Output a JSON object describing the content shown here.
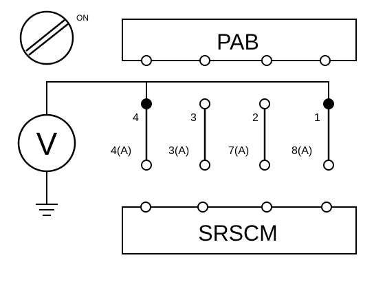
{
  "ignition": {
    "state_label": "ON"
  },
  "meter": {
    "symbol": "V"
  },
  "pab": {
    "label": "PAB"
  },
  "srscm": {
    "label": "SRSCM"
  },
  "connectors": [
    {
      "top_label": "4",
      "bottom_label": "4(A)",
      "probed": true
    },
    {
      "top_label": "3",
      "bottom_label": "3(A)",
      "probed": false
    },
    {
      "top_label": "2",
      "bottom_label": "7(A)",
      "probed": false
    },
    {
      "top_label": "1",
      "bottom_label": "8(A)",
      "probed": true
    }
  ]
}
